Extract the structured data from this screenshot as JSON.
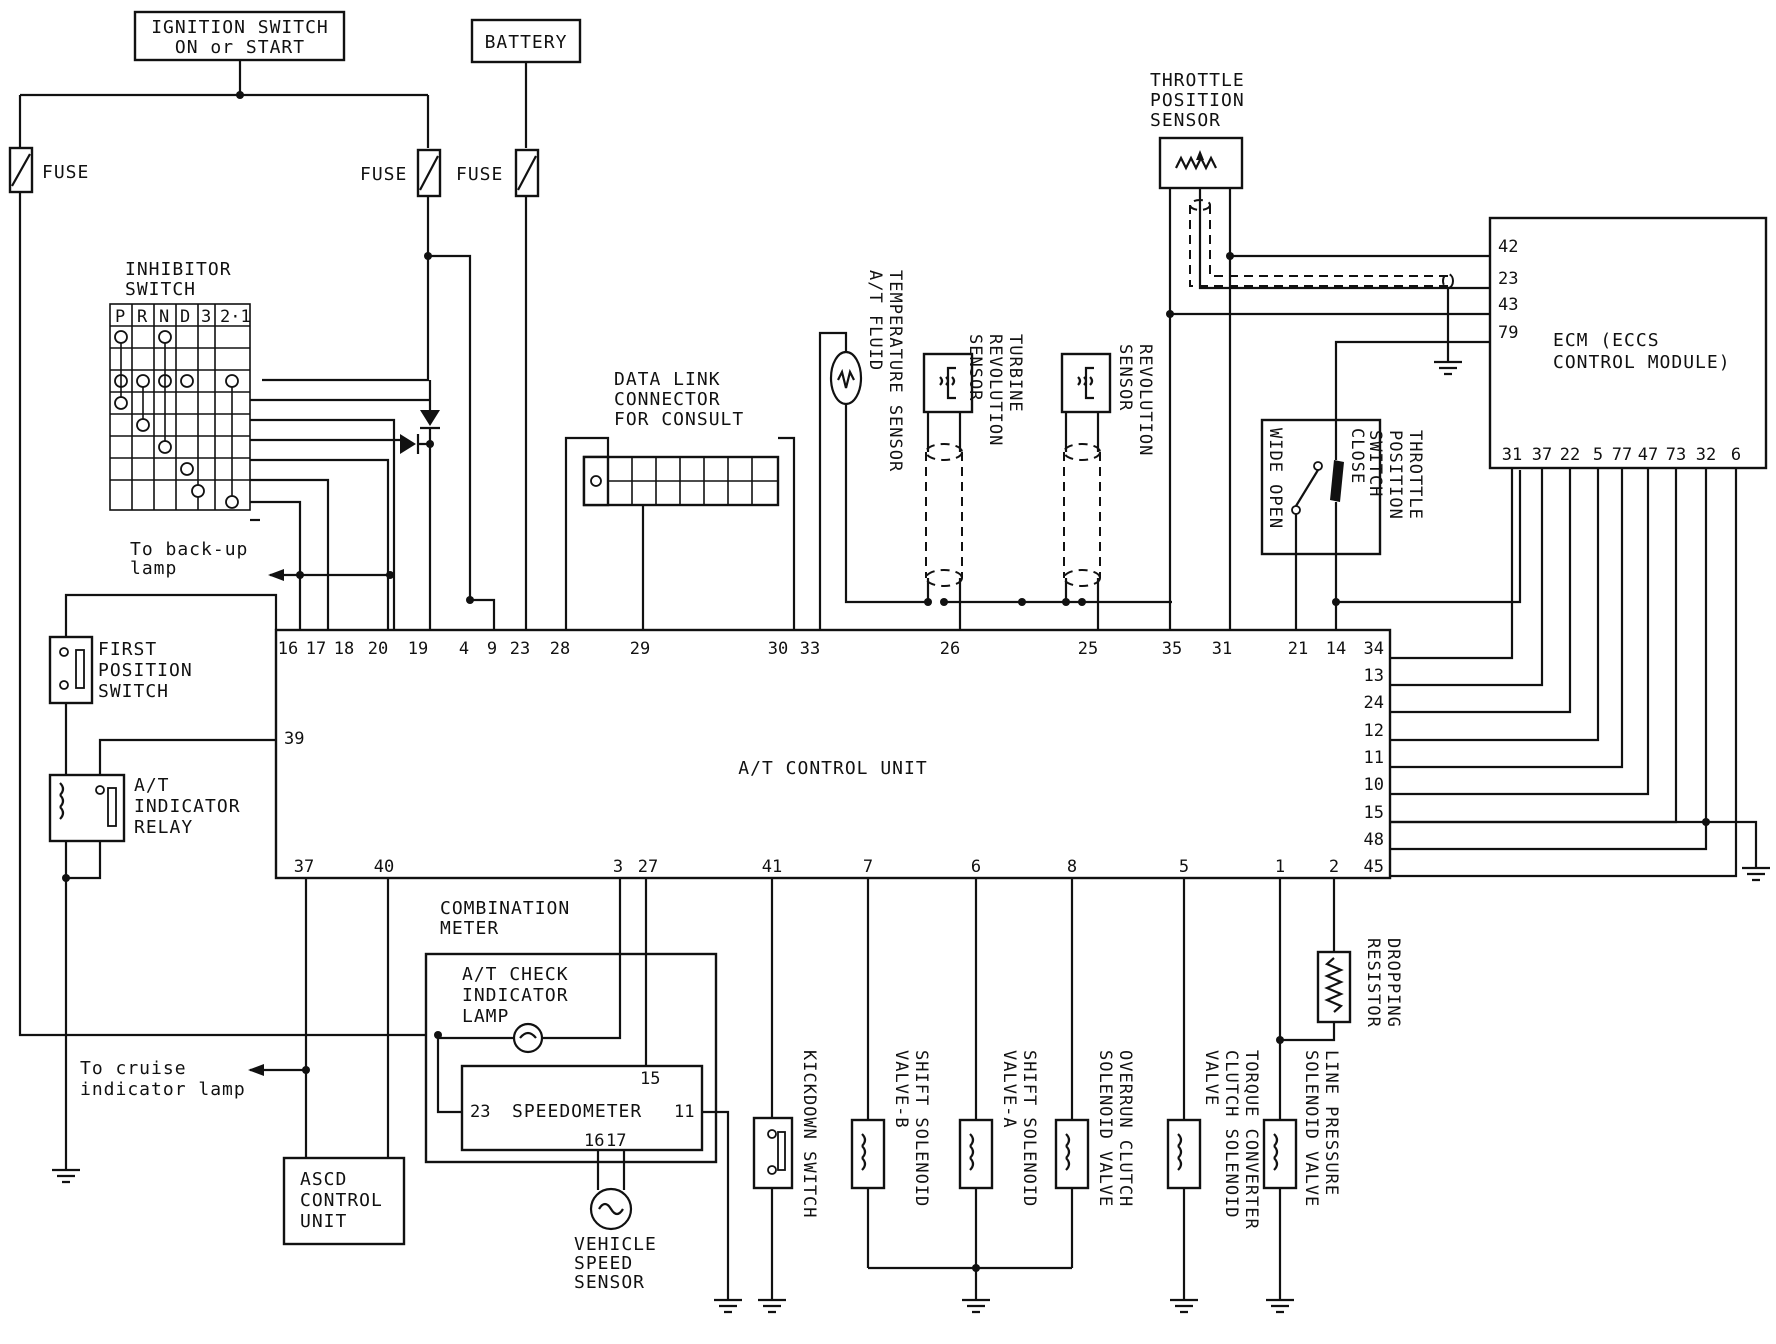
{
  "labels": {
    "ignition_l1": "IGNITION SWITCH",
    "ignition_l2": "ON or START",
    "battery": "BATTERY",
    "fuse": "FUSE",
    "inhibitor_l1": "INHIBITOR",
    "inhibitor_l2": "SWITCH",
    "inhibitor_positions": [
      "P",
      "R",
      "N",
      "D",
      "3",
      "2·1"
    ],
    "backup_l1": "To back-up",
    "backup_l2": "lamp",
    "first_pos_l1": "FIRST",
    "first_pos_l2": "POSITION",
    "first_pos_l3": "SWITCH",
    "at_relay_l1": "A/T",
    "at_relay_l2": "INDICATOR",
    "at_relay_l3": "RELAY",
    "dlc_l1": "DATA LINK",
    "dlc_l2": "CONNECTOR",
    "dlc_l3": "FOR CONSULT",
    "fluid_temp_l1": "A/T FLUID",
    "fluid_temp_l2": "TEMPERATURE SENSOR",
    "turbine_l1": "TURBINE",
    "turbine_l2": "REVOLUTION",
    "turbine_l3": "SENSOR",
    "rev_l1": "REVOLUTION",
    "rev_l2": "SENSOR",
    "tps_l1": "THROTTLE",
    "tps_l2": "POSITION",
    "tps_l3": "SENSOR",
    "tpsw_l1": "THROTTLE",
    "tpsw_l2": "POSITION",
    "tpsw_l3": "SWITCH",
    "close": "CLOSE",
    "wide_open": "WIDE OPEN",
    "ecm_l1": "ECM (ECCS",
    "ecm_l2": "CONTROL MODULE)",
    "atcu": "A/T CONTROL UNIT",
    "combo_l1": "COMBINATION",
    "combo_l2": "METER",
    "check_l1": "A/T CHECK",
    "check_l2": "INDICATOR",
    "check_l3": "LAMP",
    "speedometer": "SPEEDOMETER",
    "vss_l1": "VEHICLE",
    "vss_l2": "SPEED",
    "vss_l3": "SENSOR",
    "cruise_l1": "To cruise",
    "cruise_l2": "indicator lamp",
    "ascd_l1": "ASCD",
    "ascd_l2": "CONTROL",
    "ascd_l3": "UNIT",
    "kickdown": "KICKDOWN SWITCH",
    "shift_b_l1": "SHIFT SOLENOID",
    "shift_b_l2": "VALVE-B",
    "shift_a_l1": "SHIFT SOLENOID",
    "shift_a_l2": "VALVE-A",
    "overrun_l1": "OVERRUN CLUTCH",
    "overrun_l2": "SOLENOID VALVE",
    "tcc_l1": "TORQUE CONVERTER",
    "tcc_l2": "CLUTCH SOLENOID",
    "tcc_l3": "VALVE",
    "lp_l1": "LINE PRESSURE",
    "lp_l2": "SOLENOID VALVE",
    "dropping_l1": "DROPPING",
    "dropping_l2": "RESISTOR"
  },
  "pins": {
    "atcu_top": [
      "16",
      "17",
      "18",
      "20",
      "19",
      "4",
      "9",
      "23",
      "28",
      "29",
      "30",
      "33",
      "26",
      "25",
      "35",
      "31",
      "21",
      "14"
    ],
    "atcu_right": [
      "34",
      "13",
      "24",
      "12",
      "11",
      "10",
      "15",
      "48",
      "45"
    ],
    "atcu_left": [
      "39"
    ],
    "atcu_bottom": [
      "37",
      "40",
      "3",
      "27",
      "41",
      "7",
      "6",
      "8",
      "5",
      "1",
      "2"
    ],
    "ecm_left": [
      "42",
      "23",
      "43",
      "79"
    ],
    "ecm_bottom": [
      "31",
      "37",
      "22",
      "5",
      "77",
      "47",
      "73",
      "32",
      "6"
    ],
    "speedometer": [
      "15",
      "23",
      "11",
      "16",
      "17"
    ]
  }
}
